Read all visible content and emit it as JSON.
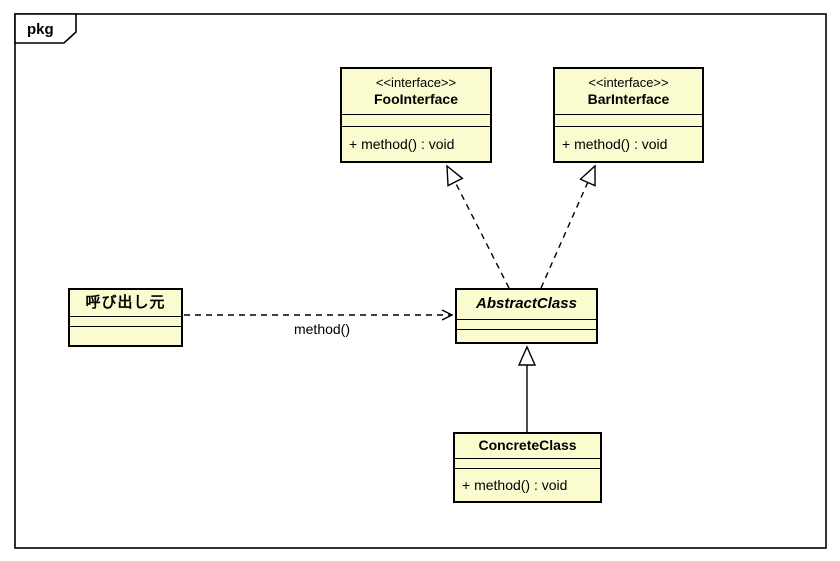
{
  "frame": {
    "label": "pkg"
  },
  "colors": {
    "class_fill": "#FBFBD0",
    "border": "#000000",
    "background": "#FFFFFF"
  },
  "classes": {
    "foo_interface": {
      "stereotype": "<<interface>>",
      "name": "FooInterface",
      "attributes": [],
      "operations": [
        "+ method() : void"
      ]
    },
    "bar_interface": {
      "stereotype": "<<interface>>",
      "name": "BarInterface",
      "attributes": [],
      "operations": [
        "+ method() : void"
      ]
    },
    "abstract_class": {
      "name": "AbstractClass",
      "attributes": [],
      "operations": []
    },
    "concrete_class": {
      "name": "ConcreteClass",
      "attributes": [],
      "operations": [
        "+ method() : void"
      ]
    },
    "caller": {
      "name": "呼び出し元",
      "attributes": [],
      "operations": []
    }
  },
  "edges": {
    "realization_foo": {
      "type": "realization",
      "from": "AbstractClass",
      "to": "FooInterface",
      "label": ""
    },
    "realization_bar": {
      "type": "realization",
      "from": "AbstractClass",
      "to": "BarInterface",
      "label": ""
    },
    "generalization": {
      "type": "generalization",
      "from": "ConcreteClass",
      "to": "AbstractClass",
      "label": ""
    },
    "dependency": {
      "type": "dependency",
      "from": "呼び出し元",
      "to": "AbstractClass",
      "label": "method()"
    }
  }
}
